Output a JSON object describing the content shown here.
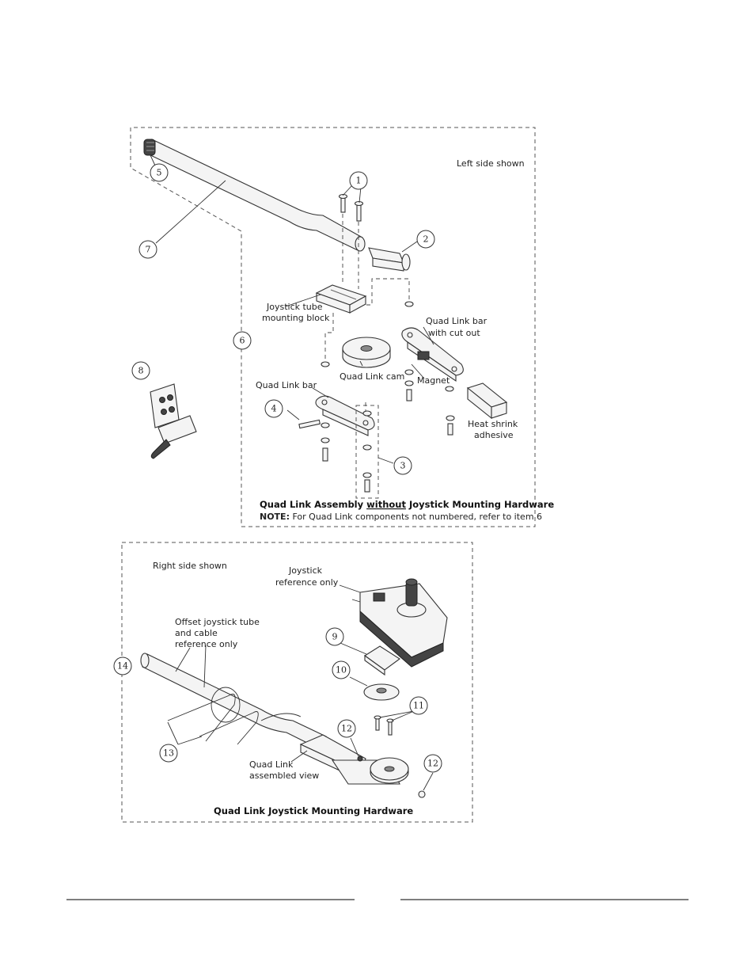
{
  "top_panel": {
    "view_note": "Left side shown",
    "labels": {
      "mount_block_1": "Joystick tube",
      "mount_block_2": "mounting block",
      "bar_cutout_1": "Quad Link bar",
      "bar_cutout_2": "with cut out",
      "cam": "Quad Link cam",
      "magnet": "Magnet",
      "bar": "Quad Link bar",
      "heat_1": "Heat shrink",
      "heat_2": "adhesive"
    },
    "caption_pre": "Quad Link Assembly ",
    "caption_underlined": "without",
    "caption_post": " Joystick Mounting Hardware",
    "note_bold": "NOTE:",
    "note_text": " For Quad Link components not numbered, refer to item  6",
    "balloons": [
      "1",
      "2",
      "3",
      "4",
      "5",
      "6",
      "7",
      "8"
    ]
  },
  "bottom_panel": {
    "view_note": "Right side shown",
    "labels": {
      "joystick_1": "Joystick",
      "joystick_2": "reference only",
      "offset_1": "Offset joystick tube",
      "offset_2": "and cable",
      "offset_3": "reference only",
      "assembled_1": "Quad Link",
      "assembled_2": "assembled view"
    },
    "caption": "Quad Link Joystick Mounting Hardware",
    "balloons": [
      "9",
      "10",
      "11",
      "12",
      "12",
      "13",
      "14"
    ]
  },
  "footer": {
    "rules": 2
  }
}
